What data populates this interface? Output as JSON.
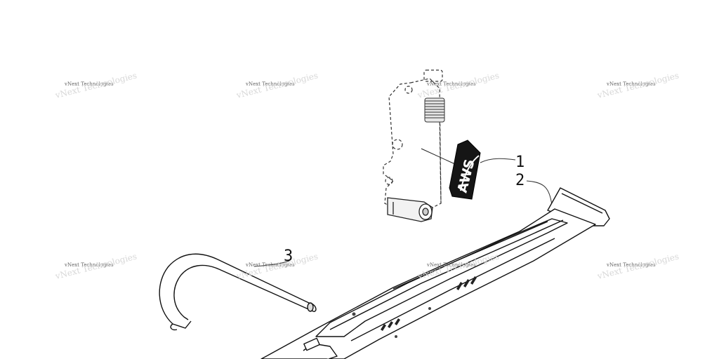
{
  "watermark": {
    "text": "vNext Technologies"
  },
  "callouts": [
    {
      "label": "1"
    },
    {
      "label": "2"
    },
    {
      "label": "3"
    }
  ],
  "decal": {
    "text": "AWS"
  }
}
